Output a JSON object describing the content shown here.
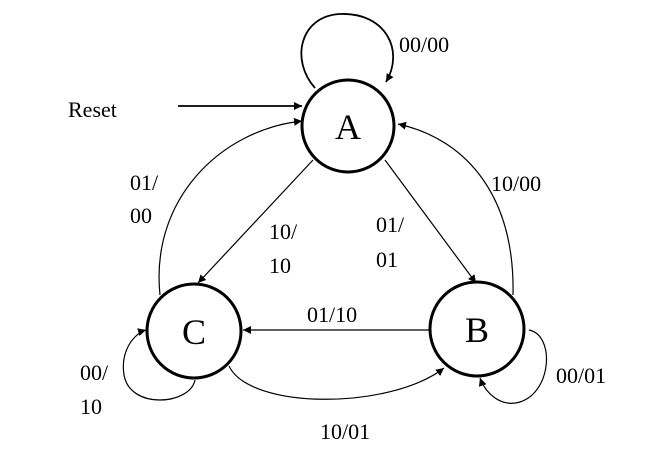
{
  "diagram": {
    "type": "state-machine",
    "states": [
      {
        "id": "A",
        "label": "A"
      },
      {
        "id": "B",
        "label": "B"
      },
      {
        "id": "C",
        "label": "C"
      }
    ],
    "reset": {
      "label": "Reset",
      "target": "A"
    },
    "transitions": [
      {
        "from": "A",
        "to": "A",
        "label": "00/00"
      },
      {
        "from": "A",
        "to": "B",
        "label_line1": "01/",
        "label_line2": "01"
      },
      {
        "from": "A",
        "to": "C",
        "label_line1": "10/",
        "label_line2": "10"
      },
      {
        "from": "B",
        "to": "A",
        "label": "10/00"
      },
      {
        "from": "B",
        "to": "B",
        "label": "00/01"
      },
      {
        "from": "B",
        "to": "C",
        "label": "01/10"
      },
      {
        "from": "C",
        "to": "A",
        "label_line1": "01/",
        "label_line2": "00"
      },
      {
        "from": "C",
        "to": "C",
        "label_line1": "00/",
        "label_line2": "10"
      },
      {
        "from": "C",
        "to": "B",
        "label": "10/01"
      }
    ]
  }
}
